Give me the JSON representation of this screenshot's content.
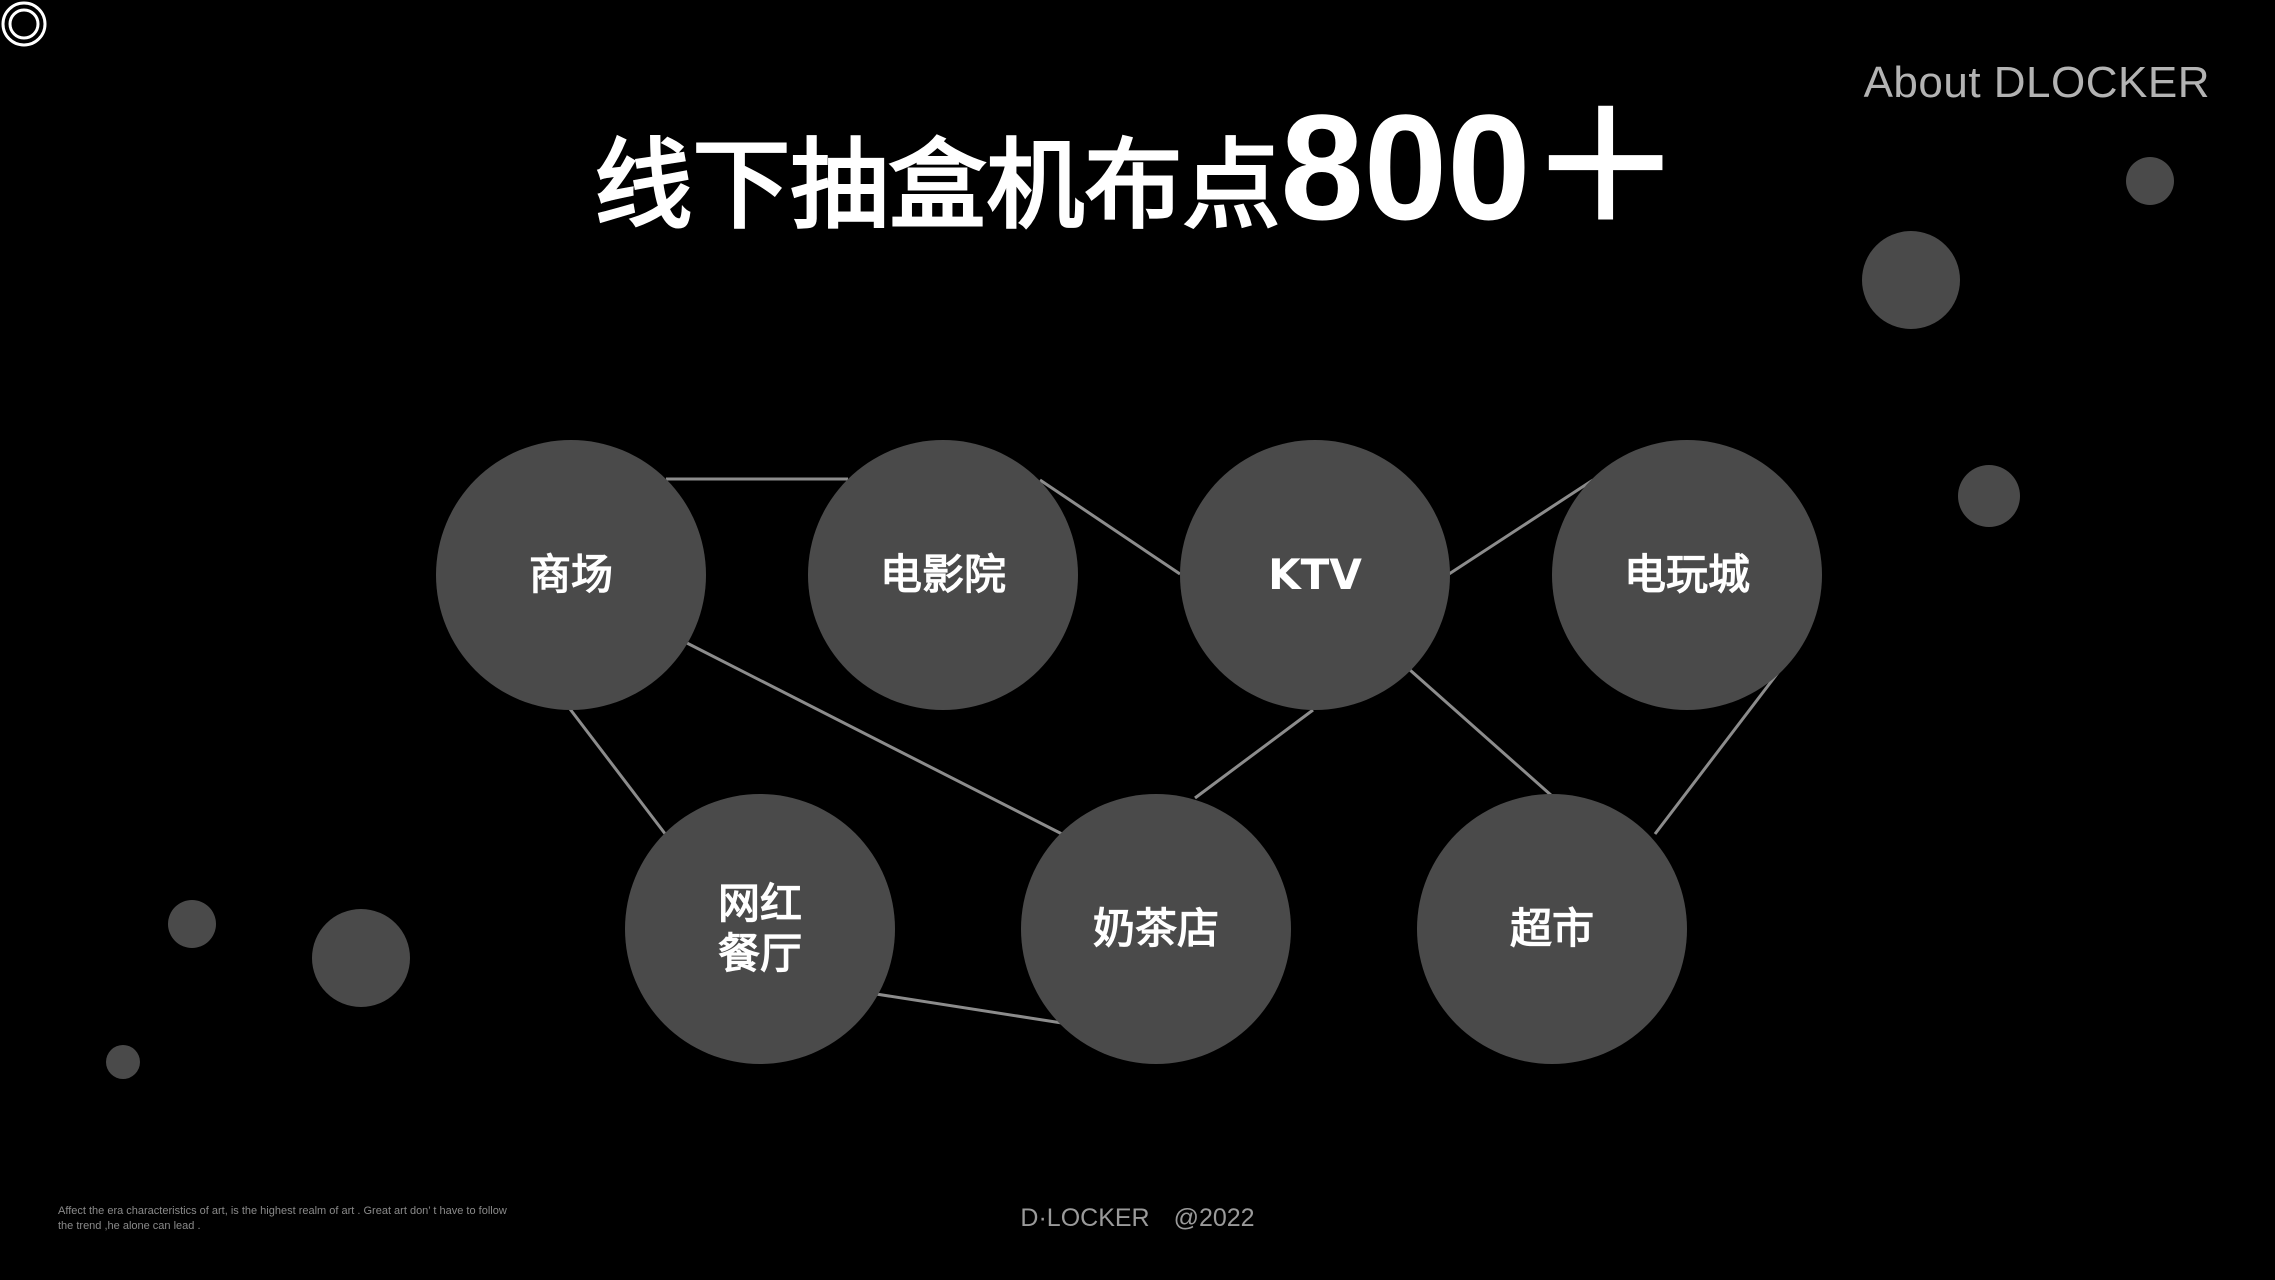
{
  "header": {
    "brand": "About  DLOCKER",
    "logo_icon": "concentric-ring-icon"
  },
  "title": {
    "prefix": "线下抽盒机布点",
    "number": "800＋"
  },
  "nodes": [
    {
      "id": "mall",
      "label": "商场"
    },
    {
      "id": "cinema",
      "label": "电影院"
    },
    {
      "id": "ktv",
      "label": "KTV"
    },
    {
      "id": "arcade",
      "label": "电玩城"
    },
    {
      "id": "restaurant",
      "label": "网红\n餐厅"
    },
    {
      "id": "milktea",
      "label": "奶茶店"
    },
    {
      "id": "supermarket",
      "label": "超市"
    }
  ],
  "footer": {
    "slogan": "Affect the era characteristics of art, is the highest realm of art . Great art don’ t have to follow the trend ,he alone can lead .",
    "brand": "D·LOCKER",
    "year": "@2022"
  },
  "colors": {
    "background": "#000000",
    "node_fill": "#4a4a4a",
    "line": "#8c8c8c",
    "text": "#ffffff",
    "muted_text": "#b3b3b3"
  }
}
